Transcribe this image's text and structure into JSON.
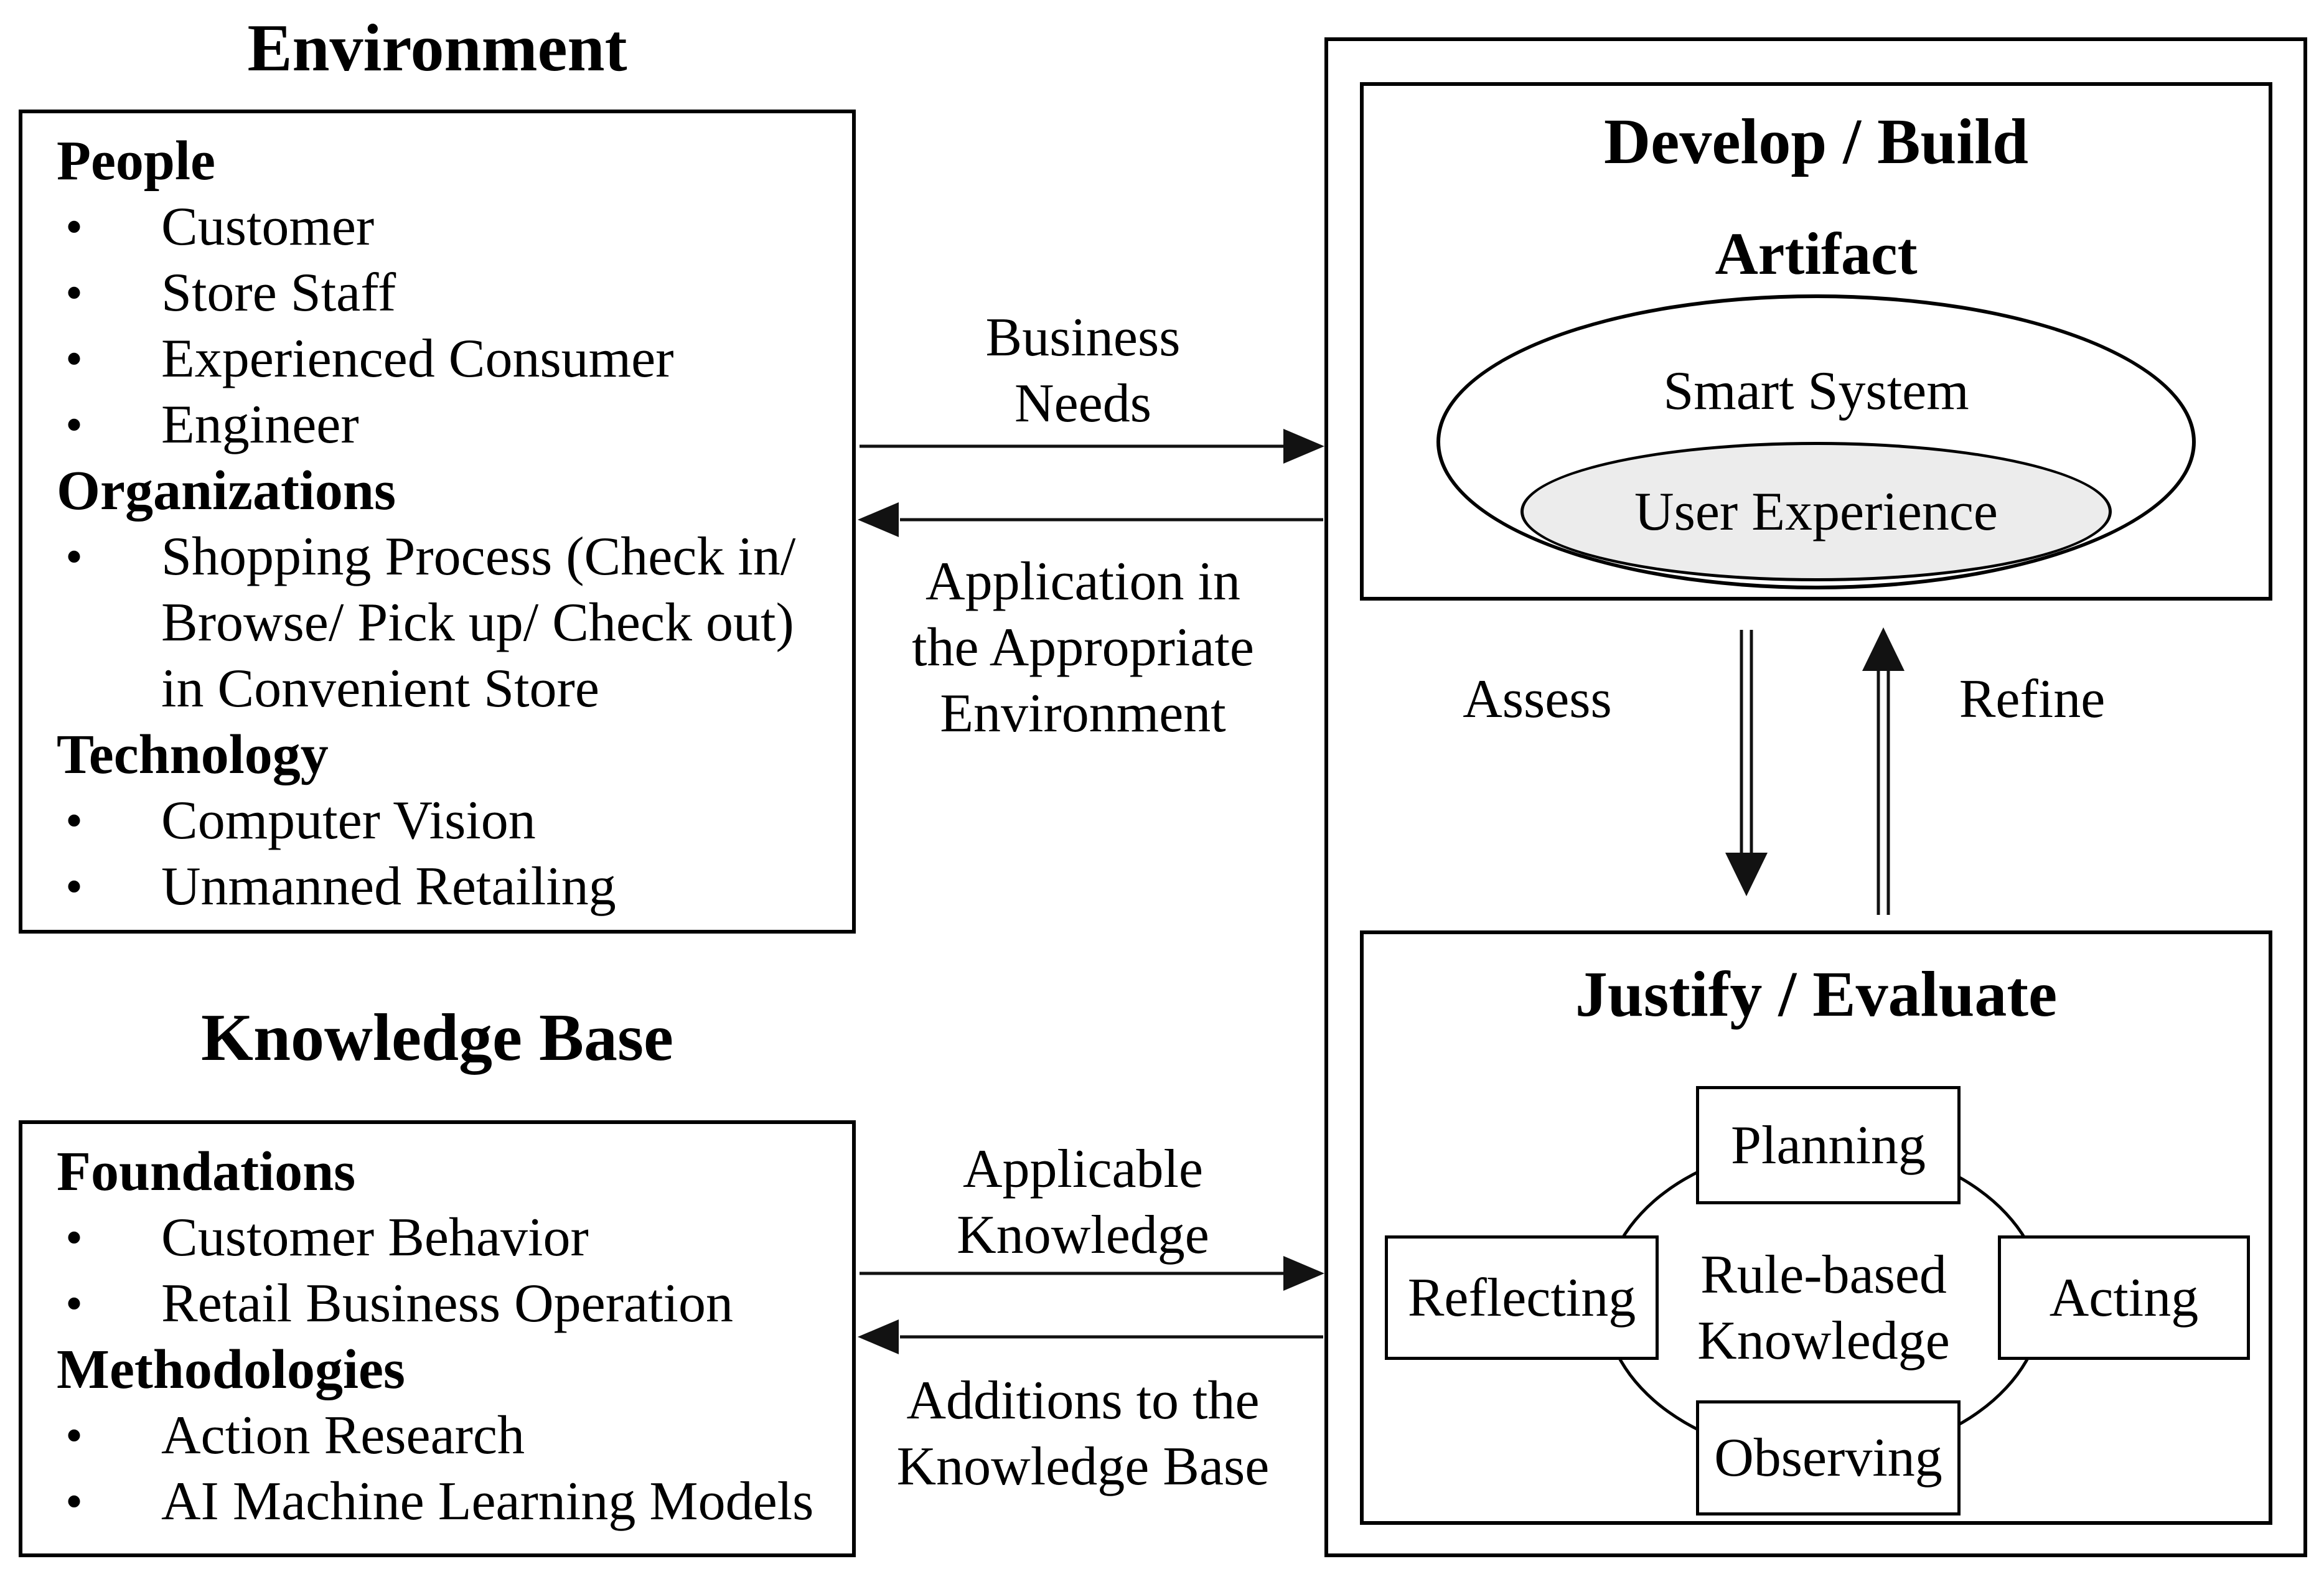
{
  "ui": {
    "bullet": "•"
  },
  "colors": {
    "ink": "#000000",
    "line": "#121212",
    "ux_fill": "#ececec",
    "bg": "#ffffff"
  },
  "environment": {
    "title": "Environment",
    "sections": [
      {
        "heading": "People",
        "items": [
          "Customer",
          "Store Staff",
          "Experienced Consumer",
          "Engineer"
        ]
      },
      {
        "heading": "Organizations",
        "items": [
          "Shopping Process (Check in/\nBrowse/ Pick up/ Check out)\nin Convenient Store"
        ]
      },
      {
        "heading": "Technology",
        "items": [
          "Computer Vision",
          "Unmanned Retailing"
        ]
      }
    ]
  },
  "knowledge_base": {
    "title": "Knowledge Base",
    "sections": [
      {
        "heading": "Foundations",
        "items": [
          "Customer Behavior",
          "Retail Business Operation"
        ]
      },
      {
        "heading": "Methodologies",
        "items": [
          "Action Research",
          "AI Machine Learning Models"
        ]
      }
    ]
  },
  "flows": {
    "business_needs": "Business\nNeeds",
    "application": "Application in\nthe Appropriate\nEnvironment",
    "applicable": "Applicable\nKnowledge",
    "additions": "Additions to the\nKnowledge Base",
    "assess": "Assess",
    "refine": "Refine"
  },
  "design_cycle": {
    "develop_title": "Develop / Build",
    "artifact_label": "Artifact",
    "smart_system": "Smart System",
    "user_experience": "User Experience",
    "justify_title": "Justify / Evaluate",
    "center_label": "Rule-based\nKnowledge",
    "steps": {
      "top": "Planning",
      "left": "Reflecting",
      "right": "Acting",
      "bottom": "Observing"
    }
  }
}
